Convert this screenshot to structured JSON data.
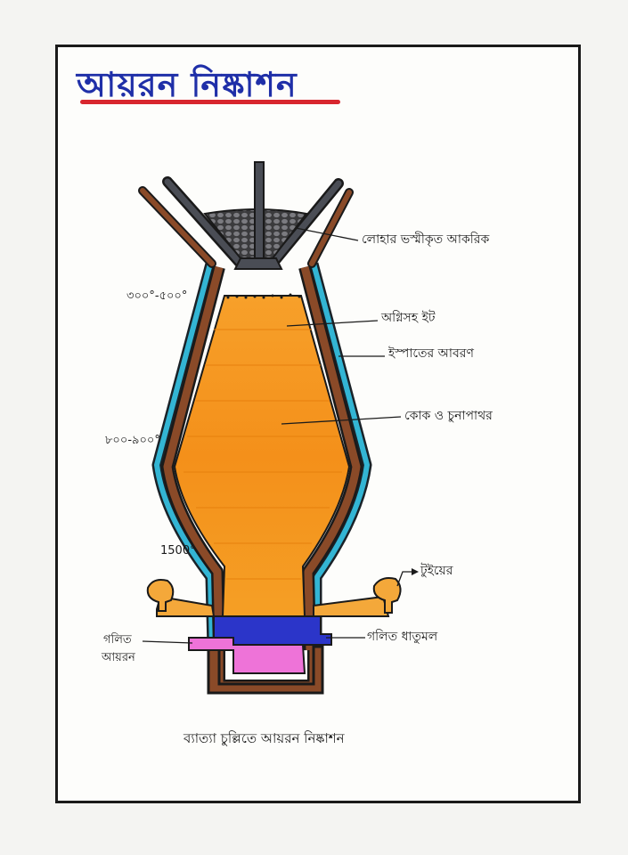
{
  "title": "আয়রন নিষ্কাশন",
  "caption": "ব্যাত্যা চুল্লিতে আয়রন নিষ্কাশন",
  "labels": {
    "ore": "লোহার ভস্মীকৃত আকরিক",
    "fire_brick": "অগ্নিসহ ইট",
    "steel_cover": "ইস্পাতের আবরণ",
    "coke_limestone": "কোক ও চুনাপাথর",
    "tuyere": "টুইয়ের",
    "molten_slag": "গলিত ধাতুমল",
    "molten_iron_line1": "গলিত",
    "molten_iron_line2": "আয়রন"
  },
  "temperatures": {
    "top": "৩০০°-৫০০°",
    "middle": "৮০০-৯০০°",
    "bottom": "1500°"
  },
  "colors": {
    "title": "#1f2fa8",
    "underline": "#d8262e",
    "charge": "#f4961c",
    "brick": "#8a4a28",
    "steel": "#33b5d4",
    "slag": "#2b35c9",
    "iron": "#ee73d8",
    "hopper": "#4a4d55"
  }
}
